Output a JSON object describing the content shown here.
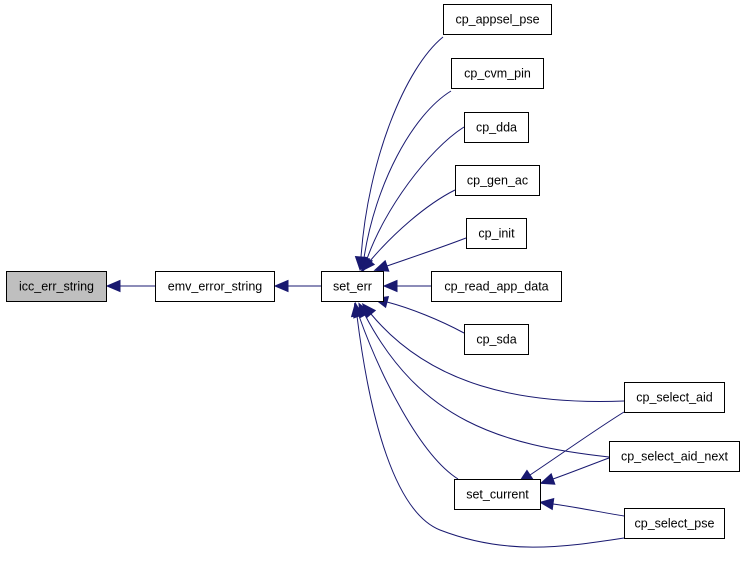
{
  "colors": {
    "edge": "#191970",
    "node_fill": "#ffffff",
    "node_fill_highlight": "#bfbfbf",
    "node_border": "#000000"
  },
  "nodes": [
    {
      "id": "icc_err_string",
      "label": "icc_err_string",
      "highlight": true
    },
    {
      "id": "emv_error_string",
      "label": "emv_error_string"
    },
    {
      "id": "set_err",
      "label": "set_err"
    },
    {
      "id": "cp_appsel_pse",
      "label": "cp_appsel_pse"
    },
    {
      "id": "cp_cvm_pin",
      "label": "cp_cvm_pin"
    },
    {
      "id": "cp_dda",
      "label": "cp_dda"
    },
    {
      "id": "cp_gen_ac",
      "label": "cp_gen_ac"
    },
    {
      "id": "cp_init",
      "label": "cp_init"
    },
    {
      "id": "cp_read_app_data",
      "label": "cp_read_app_data"
    },
    {
      "id": "cp_sda",
      "label": "cp_sda"
    },
    {
      "id": "cp_select_aid",
      "label": "cp_select_aid"
    },
    {
      "id": "cp_select_aid_next",
      "label": "cp_select_aid_next"
    },
    {
      "id": "set_current",
      "label": "set_current"
    },
    {
      "id": "cp_select_pse",
      "label": "cp_select_pse"
    }
  ],
  "edges": [
    {
      "from": "emv_error_string",
      "to": "icc_err_string"
    },
    {
      "from": "set_err",
      "to": "emv_error_string"
    },
    {
      "from": "cp_appsel_pse",
      "to": "set_err"
    },
    {
      "from": "cp_cvm_pin",
      "to": "set_err"
    },
    {
      "from": "cp_dda",
      "to": "set_err"
    },
    {
      "from": "cp_gen_ac",
      "to": "set_err"
    },
    {
      "from": "cp_init",
      "to": "set_err"
    },
    {
      "from": "cp_read_app_data",
      "to": "set_err"
    },
    {
      "from": "cp_sda",
      "to": "set_err"
    },
    {
      "from": "cp_select_aid",
      "to": "set_err"
    },
    {
      "from": "cp_select_aid_next",
      "to": "set_err"
    },
    {
      "from": "set_current",
      "to": "set_err"
    },
    {
      "from": "cp_select_pse",
      "to": "set_err"
    },
    {
      "from": "cp_select_aid",
      "to": "set_current"
    },
    {
      "from": "cp_select_aid_next",
      "to": "set_current"
    },
    {
      "from": "cp_select_pse",
      "to": "set_current"
    }
  ]
}
